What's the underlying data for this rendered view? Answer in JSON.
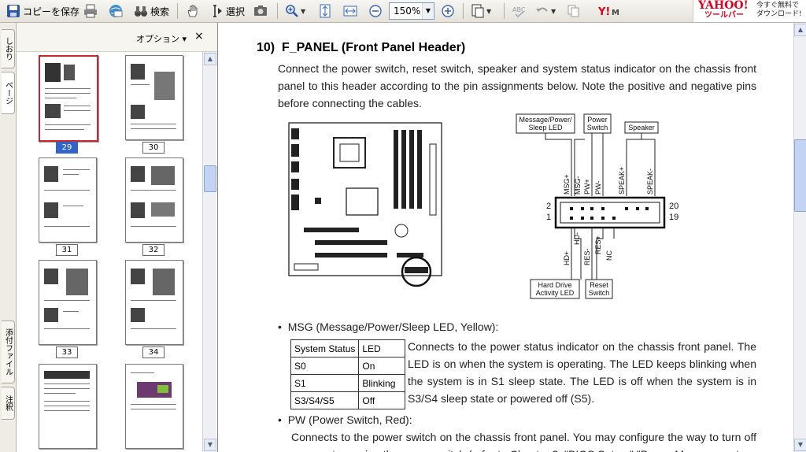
{
  "toolbar": {
    "save_copy": "コピーを保存",
    "search": "検索",
    "select": "選択",
    "zoom": "150%",
    "yahoo_logo": "YAHOO!",
    "yahoo_sub": "ツールバー",
    "yahoo_promo_1": "今すぐ無料で",
    "yahoo_promo_2": "ダウンロード!"
  },
  "left_tabs": [
    "しおり",
    "ページ",
    "添付ファイル",
    "注釈"
  ],
  "pane": {
    "options": "オプション ▾",
    "close": "×",
    "thumbs": [
      {
        "label": "29",
        "selected": true
      },
      {
        "label": "30",
        "selected": false
      },
      {
        "label": "31",
        "selected": false
      },
      {
        "label": "32",
        "selected": false
      },
      {
        "label": "33",
        "selected": false
      },
      {
        "label": "34",
        "selected": false
      }
    ]
  },
  "doc": {
    "section_number": "10)",
    "section_title": "F_PANEL (Front Panel Header)",
    "intro": "Connect the power switch, reset switch, speaker and system status indicator on the chassis front panel to this header according to the pin assignments below. Note the positive and negative pins before connecting the cables.",
    "diagram": {
      "box_msg": [
        "Message/Power/",
        "Sleep LED"
      ],
      "box_power": [
        "Power",
        "Switch"
      ],
      "box_speaker": "Speaker",
      "box_hd": [
        "Hard Drive",
        "Activity LED"
      ],
      "box_reset": [
        "Reset",
        "Switch"
      ],
      "top_pins": [
        "MSG+",
        "MSG-",
        "PW+",
        "PW-",
        "SPEAK+",
        "SPEAK-"
      ],
      "bottom_pins": [
        "HD+",
        "HD-",
        "RES-",
        "RES+",
        "NC"
      ],
      "pin_2": "2",
      "pin_1": "1",
      "pin_20": "20",
      "pin_19": "19"
    },
    "msg_bullet": "MSG (Message/Power/Sleep LED, Yellow):",
    "table_headers": [
      "System Status",
      "LED"
    ],
    "table_rows": [
      [
        "S0",
        "On"
      ],
      [
        "S1",
        "Blinking"
      ],
      [
        "S3/S4/S5",
        "Off"
      ]
    ],
    "msg_text": "Connects to the power status indicator on the chassis front panel. The LED is on when the system is operating. The LED keeps blinking when the system is in S1 sleep state. The LED is off when the system is in S3/S4 sleep state or powered off (S5).",
    "pw_bullet": "PW (Power Switch, Red):",
    "pw_text": "Connects to the power switch on the chassis front panel. You may configure the way to turn off your system using the power switch (refer to Chapter 2, \"BIOS Setup,\" \"Power Management"
  }
}
